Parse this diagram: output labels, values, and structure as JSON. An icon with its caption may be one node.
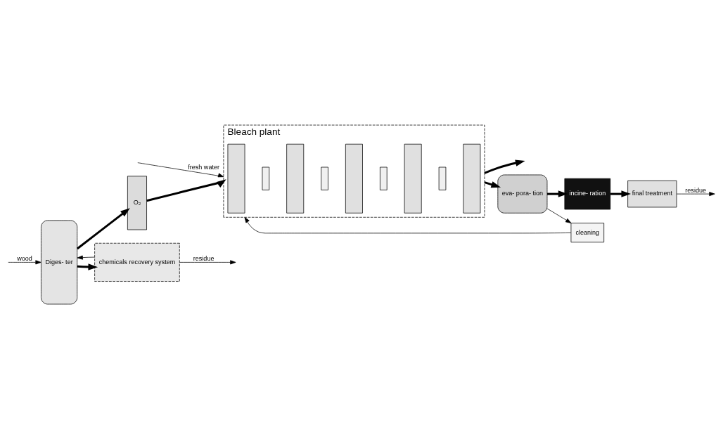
{
  "diagram": {
    "nodes": [
      {
        "text": [
          "Diges- ter"
        ]
      },
      {
        "text": [
          "O₂"
        ]
      },
      {
        "text": [
          "Bleach plant"
        ]
      },
      {
        "text": [],
        "shape": "bar",
        "in": 2
      },
      {
        "text": [],
        "shape": "box",
        "in": 2
      },
      {
        "text": [],
        "shape": "bar",
        "in": 2
      },
      {
        "text": [],
        "shape": "box",
        "in": 2
      },
      {
        "text": [],
        "shape": "bar",
        "in": 2
      },
      {
        "text": [],
        "shape": "box",
        "in": 2
      },
      {
        "text": [],
        "shape": "bar",
        "in": 2
      },
      {
        "text": [],
        "shape": "box",
        "in": 2
      },
      {
        "text": [],
        "shape": "bar",
        "in": 2
      },
      {
        "text": [
          "chemicals recovery system"
        ]
      },
      {
        "text": [
          "cleaning"
        ]
      },
      {
        "text": [
          "eva- pora- tion"
        ]
      },
      {
        "text": [
          "incine- ration"
        ]
      },
      {
        "text": [
          "final treatment"
        ]
      }
    ],
    "edges": [
      {
        "from": null,
        "to": 0,
        "arrow": "to",
        "label": "wood"
      },
      {
        "from": 0,
        "to": 1,
        "arrow": "to",
        "style": "thick"
      },
      {
        "from": 0,
        "to": 12,
        "arrow": "to",
        "style": "thick"
      },
      {
        "from": 1,
        "to": 2,
        "arrow": "to",
        "style": "thick"
      },
      {
        "from": 12,
        "to": 0,
        "arrow": "to"
      },
      {
        "from": null,
        "to": 2,
        "arrow": "to",
        "label": "fresh water"
      },
      {
        "from": 2,
        "to": null,
        "arrow": "to",
        "style": "thick"
      },
      {
        "from": 2,
        "to": 14,
        "arrow": "to",
        "style": "thick"
      },
      {
        "from": 14,
        "to": 13,
        "arrow": "to"
      },
      {
        "from": 13,
        "to": 2,
        "arrow": "to"
      },
      {
        "from": 14,
        "to": 15,
        "arrow": "to",
        "style": "thick"
      },
      {
        "from": 15,
        "to": 16,
        "arrow": "to",
        "style": "thick"
      },
      {
        "from": 12,
        "to": null,
        "arrow": "to",
        "label": "residue"
      },
      {
        "from": 16,
        "to": null,
        "arrow": "to",
        "label": "residue"
      }
    ]
  }
}
